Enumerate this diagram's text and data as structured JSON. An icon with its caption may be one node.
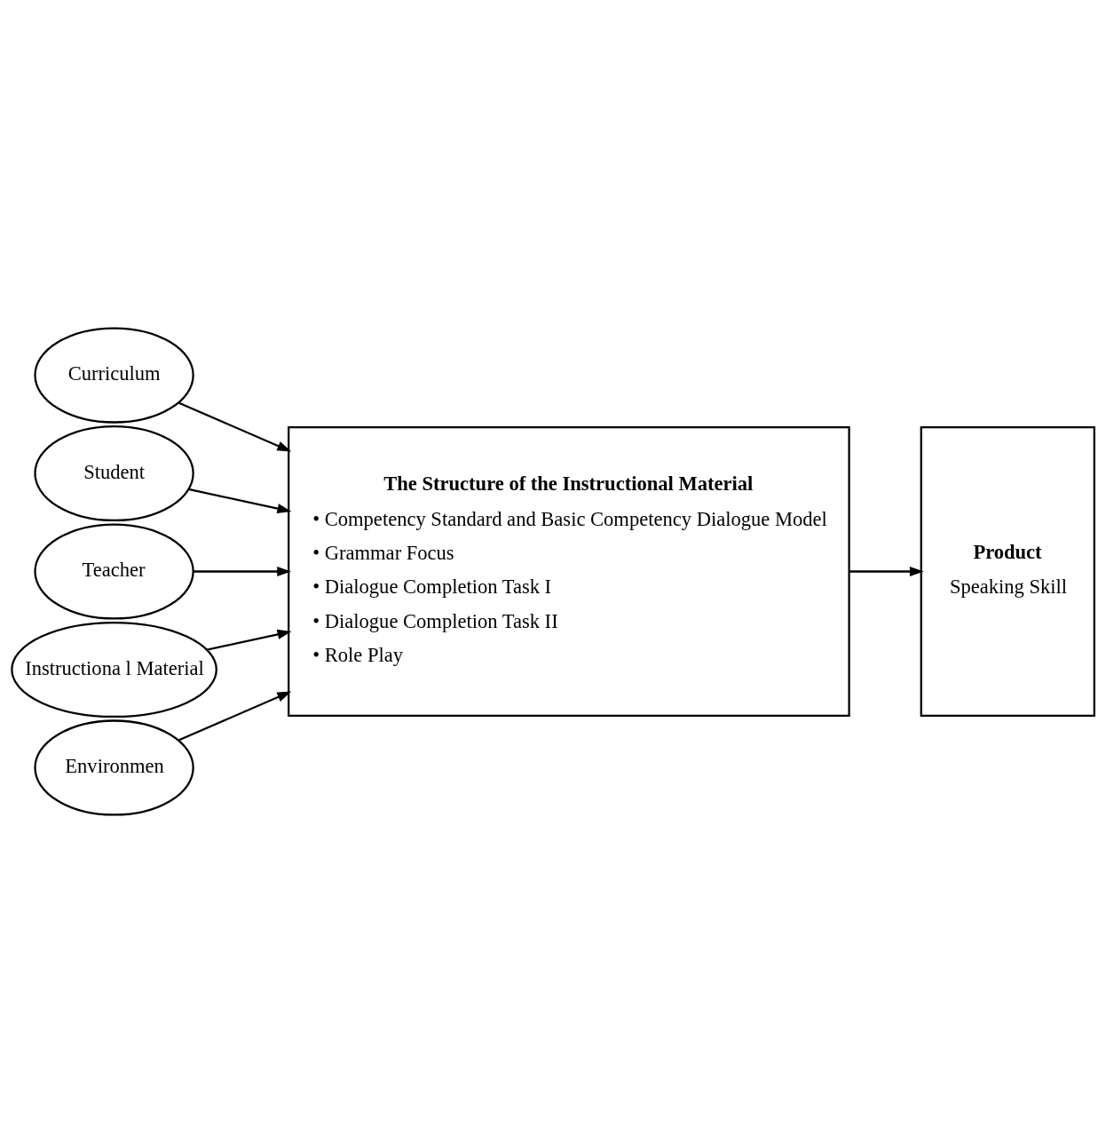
{
  "diagram": {
    "nodes": [
      {
        "text": [
          "Curriculum"
        ]
      },
      {
        "text": [
          "Student"
        ]
      },
      {
        "text": [
          "Teacher"
        ]
      },
      {
        "text": [
          "Instructiona l Material"
        ]
      },
      {
        "text": [
          "Environmen"
        ]
      },
      {
        "text": [
          "The Structure of the Instructional Material",
          "• Competency Standard and Basic Competency Dialogue Model",
          "• Grammar Focus",
          "• Dialogue Completion Task I",
          "• Dialogue Completion Task II",
          "• Role Play"
        ]
      },
      {
        "text": [
          "Product",
          "Speaking Skill"
        ]
      }
    ],
    "edges": [
      {
        "from": 0,
        "to": 5,
        "arrow": "to"
      },
      {
        "from": 1,
        "to": 5,
        "arrow": "to"
      },
      {
        "from": 2,
        "to": 5,
        "arrow": "to"
      },
      {
        "from": 3,
        "to": 5,
        "arrow": "to"
      },
      {
        "from": 4,
        "to": 5,
        "arrow": "to"
      },
      {
        "from": 5,
        "to": 6,
        "arrow": "to"
      }
    ]
  }
}
